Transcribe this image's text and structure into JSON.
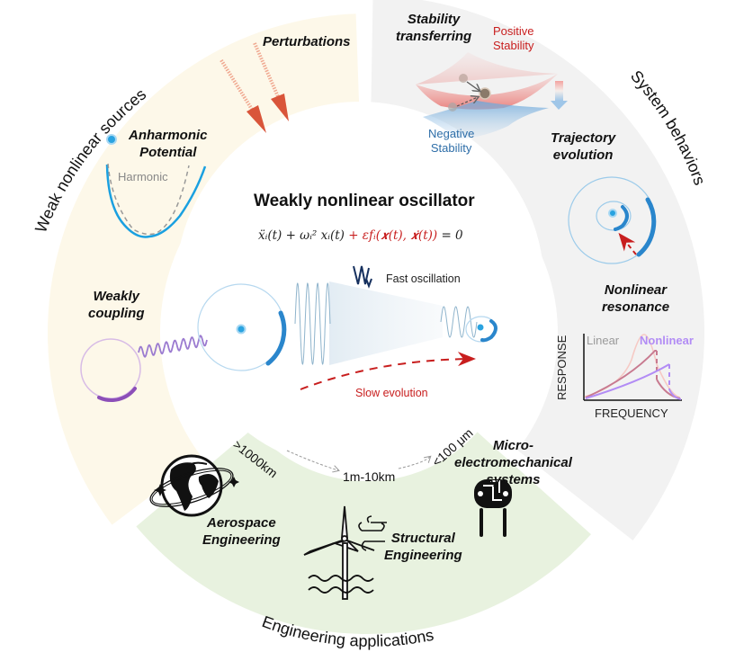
{
  "center": {
    "title": "Weakly nonlinear oscillator",
    "equation_black": "ẍᵢ(t) + ωᵢ² xᵢ(t)",
    "equation_red": " + εfᵢ(𝒙(t), 𝒙̇(t))",
    "equation_end": " = 0",
    "fast_oscillation": "Fast oscillation",
    "slow_evolution": "Slow evolution"
  },
  "sectors": {
    "weak_nonlinear_sources": {
      "title": "Weak nonlinear sources",
      "color": "#fdf8e9",
      "items": {
        "perturbations": "Perturbations",
        "anharmonic": [
          "Anharmonic",
          "Potential"
        ],
        "harmonic": "Harmonic",
        "coupling": [
          "Weakly",
          "coupling"
        ]
      }
    },
    "system_behaviors": {
      "title": "System behaviors",
      "color": "#f2f2f2",
      "items": {
        "stability": [
          "Stability",
          "transferring"
        ],
        "positive": [
          "Positive",
          "Stability"
        ],
        "negative": [
          "Negative",
          "Stability"
        ],
        "trajectory": [
          "Trajectory",
          "evolution"
        ],
        "resonance": [
          "Nonlinear",
          "resonance"
        ],
        "resonance_chart": {
          "ylabel": "RESPONSE",
          "xlabel": "FREQUENCY",
          "legend_linear": "Linear",
          "legend_nonlinear": "Nonlinear"
        }
      }
    },
    "engineering_applications": {
      "title": "Engineering applications",
      "color": "#e8f2df",
      "scales": [
        ">1000km",
        "1m-10km",
        "<100 μm"
      ],
      "items": {
        "aerospace": [
          "Aerospace",
          "Engineering"
        ],
        "structural": [
          "Structural",
          "Engineering"
        ],
        "mems": [
          "Micro-",
          "electromechanical",
          "systems"
        ]
      }
    }
  },
  "colors": {
    "blue": "#2a8fd8",
    "red": "#c81e1e",
    "purple": "#8c4fb8",
    "lavender": "#b28cf5",
    "rose": "#c87a90"
  }
}
